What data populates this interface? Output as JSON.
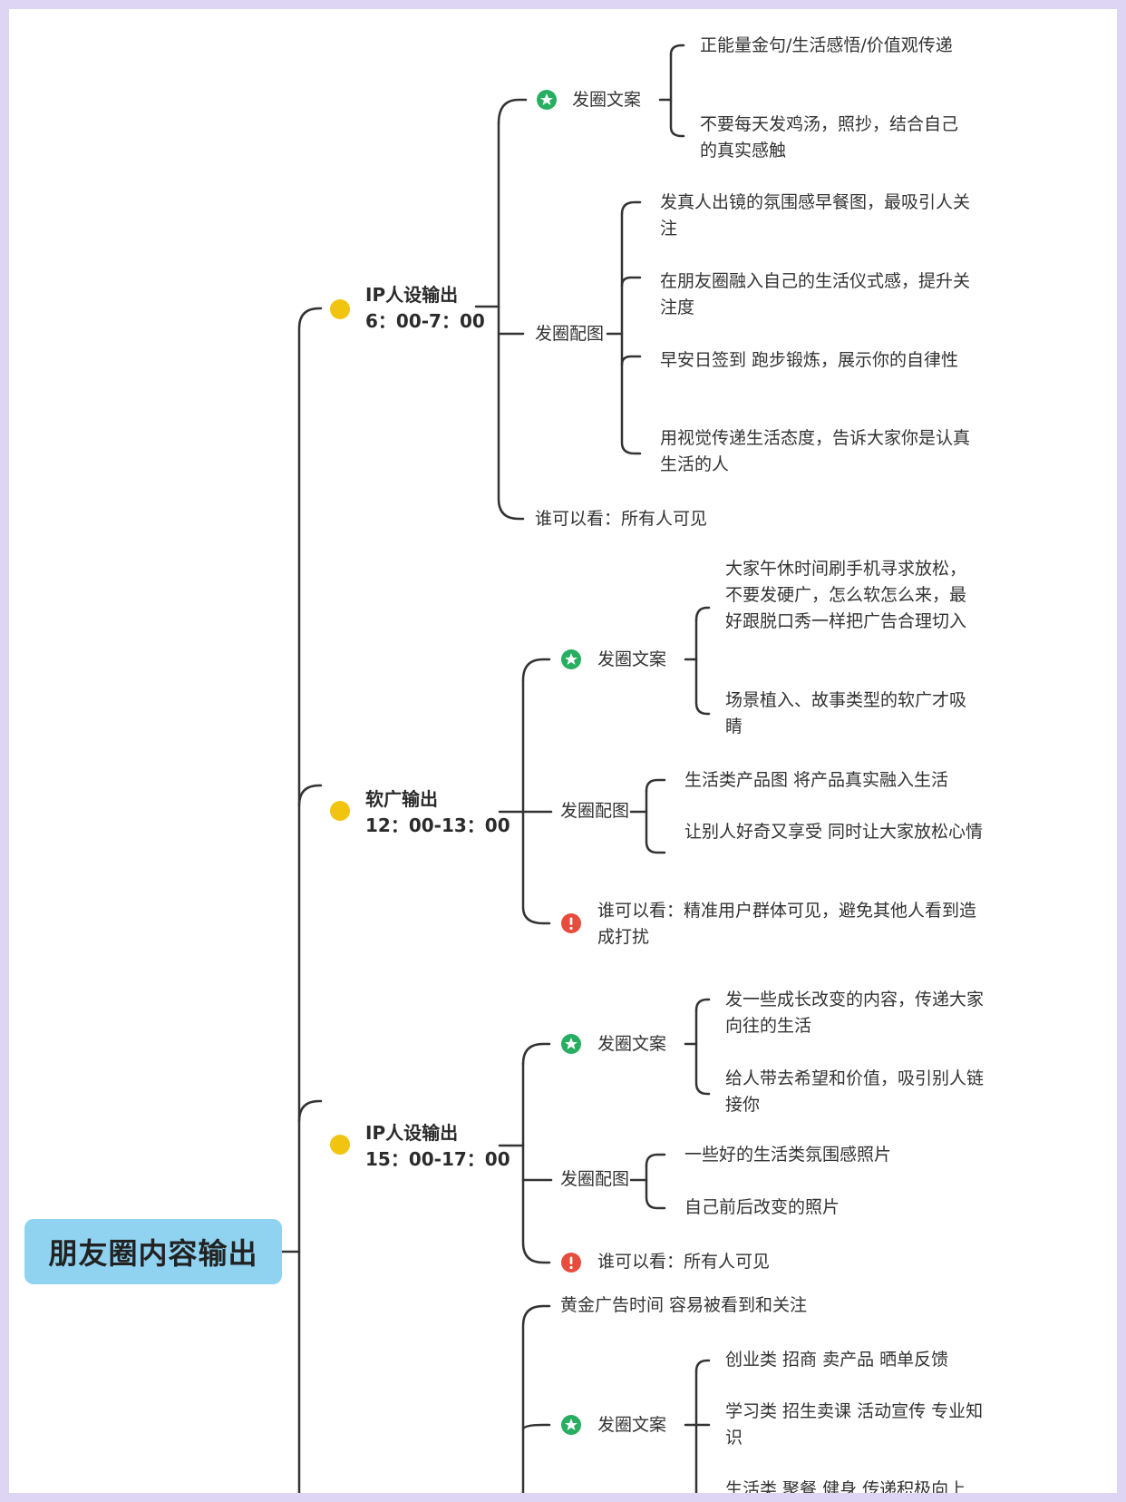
{
  "root": {
    "label": "朋友圈内容输出"
  },
  "sections": [
    {
      "title": "IP人设输出",
      "time": "6：00-7：00",
      "copy_label": "发圈文案",
      "copy_items": [
        "正能量金句/生活感悟/价值观传递",
        "不要每天发鸡汤，照抄，结合自己的真实感触"
      ],
      "image_label": "发圈配图",
      "image_items": [
        "发真人出镜的氛围感早餐图，最吸引人关注",
        "在朋友圈融入自己的生活仪式感，提升关注度",
        "早安日签到 跑步锻炼，展示你的自律性",
        "用视觉传递生活态度，告诉大家你是认真生活的人"
      ],
      "visibility": "谁可以看：所有人可见"
    },
    {
      "title": "软广输出",
      "time": "12：00-13：00",
      "copy_label": "发圈文案",
      "copy_items": [
        "大家午休时间刷手机寻求放松，不要发硬广，怎么软怎么来，最好跟脱口秀一样把广告合理切入",
        "场景植入、故事类型的软广才吸睛"
      ],
      "image_label": "发圈配图",
      "image_items": [
        "生活类产品图 将产品真实融入生活",
        "让别人好奇又享受 同时让大家放松心情"
      ],
      "visibility": "谁可以看：精准用户群体可见，避免其他人看到造成打扰"
    },
    {
      "title": "IP人设输出",
      "time": "15：00-17：00",
      "copy_label": "发圈文案",
      "copy_items": [
        "发一些成长改变的内容，传递大家向往的生活",
        "给人带去希望和价值，吸引别人链接你"
      ],
      "image_label": "发圈配图",
      "image_items": [
        "一些好的生活类氛围感照片",
        "自己前后改变的照片"
      ],
      "visibility": "谁可以看：所有人可见"
    },
    {
      "intro": "黄金广告时间 容易被看到和关注",
      "copy_label": "发圈文案",
      "copy_items": [
        "创业类 招商 卖产品 晒单反馈",
        "学习类 招生卖课 活动宣传 专业知识",
        "生活类 聚餐 健身 传递积极向上"
      ]
    }
  ],
  "colors": {
    "background": "#ddd5f3",
    "root_fill": "#8fd3f1",
    "line": "#333333",
    "time_dot": "#f1c40f",
    "star_icon": "#27ae60",
    "alert_icon": "#e74c3c"
  }
}
